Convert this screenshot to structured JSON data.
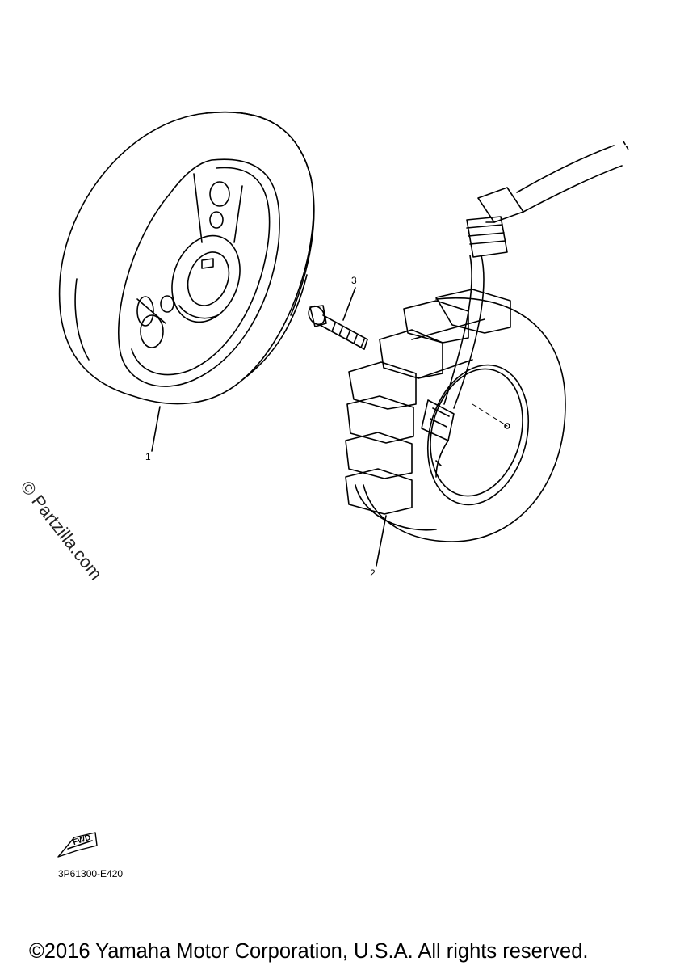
{
  "callouts": {
    "one": "1",
    "two": "2",
    "three": "3"
  },
  "watermark": "© Partzilla.com",
  "fwd_label": "FWD",
  "diagram_code": "3P61300-E420",
  "copyright": "©2016 Yamaha Motor Corporation, U.S.A. All rights reserved.",
  "colors": {
    "line": "#000000",
    "background": "#ffffff"
  }
}
